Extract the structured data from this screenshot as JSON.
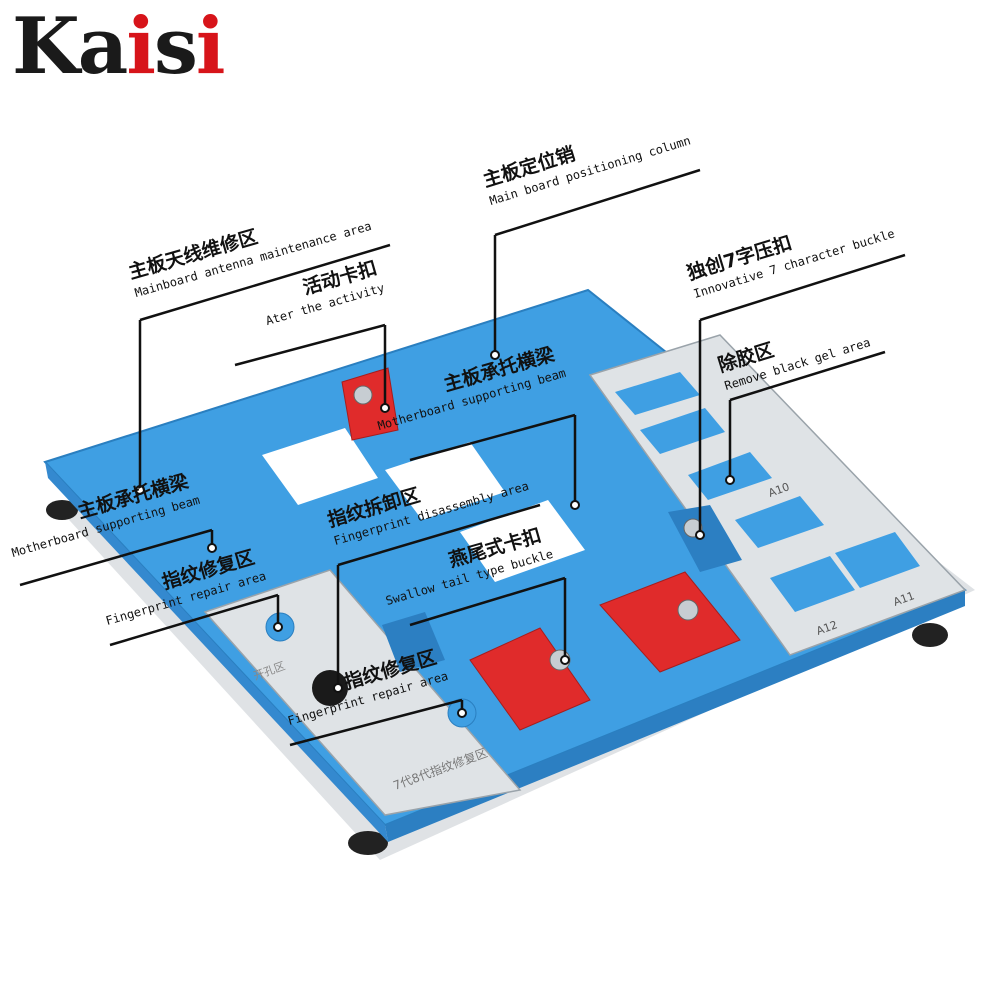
{
  "brand": {
    "logo_text": "Kaisi",
    "registered_mark": "®",
    "colors": {
      "primary_blue": "#3e9ce0",
      "accent_red": "#e02b2b",
      "steel": "#d8dcdf"
    }
  },
  "callouts": [
    {
      "id": "main-board-positioning-column",
      "cn": "主板定位销",
      "en": "Main board positioning column"
    },
    {
      "id": "mainboard-antenna-maintenance-area",
      "cn": "主板天线维修区",
      "en": "Mainboard antenna maintenance area"
    },
    {
      "id": "innovative-7-character-buckle",
      "cn": "独创7字压扣",
      "en": "Innovative 7 character buckle"
    },
    {
      "id": "ater-the-activity",
      "cn": "活动卡扣",
      "en": "Ater the activity"
    },
    {
      "id": "remove-black-gel-area",
      "cn": "除胶区",
      "en": "Remove black gel area"
    },
    {
      "id": "motherboard-supporting-beam-center",
      "cn": "主板承托横梁",
      "en": "Motherboard supporting beam"
    },
    {
      "id": "motherboard-supporting-beam-left",
      "cn": "主板承托横梁",
      "en": "Motherboard supporting beam"
    },
    {
      "id": "fingerprint-disassembly-area",
      "cn": "指纹拆卸区",
      "en": "Fingerprint disassembly area"
    },
    {
      "id": "fingerprint-repair-area-left",
      "cn": "指纹修复区",
      "en": "Fingerprint repair area"
    },
    {
      "id": "swallow-tail-type-buckle",
      "cn": "燕尾式卡扣",
      "en": "Swallow tail type buckle"
    },
    {
      "id": "fingerprint-repair-area-bottom",
      "cn": "指纹修复区",
      "en": "Fingerprint repair area"
    }
  ],
  "fixture_markings": {
    "plate_label_1": "A12",
    "plate_label_2": "A11",
    "plate_label_3": "A10",
    "chinese_marking_1": "7代8代指纹修复区",
    "chinese_marking_2": "开孔区"
  }
}
